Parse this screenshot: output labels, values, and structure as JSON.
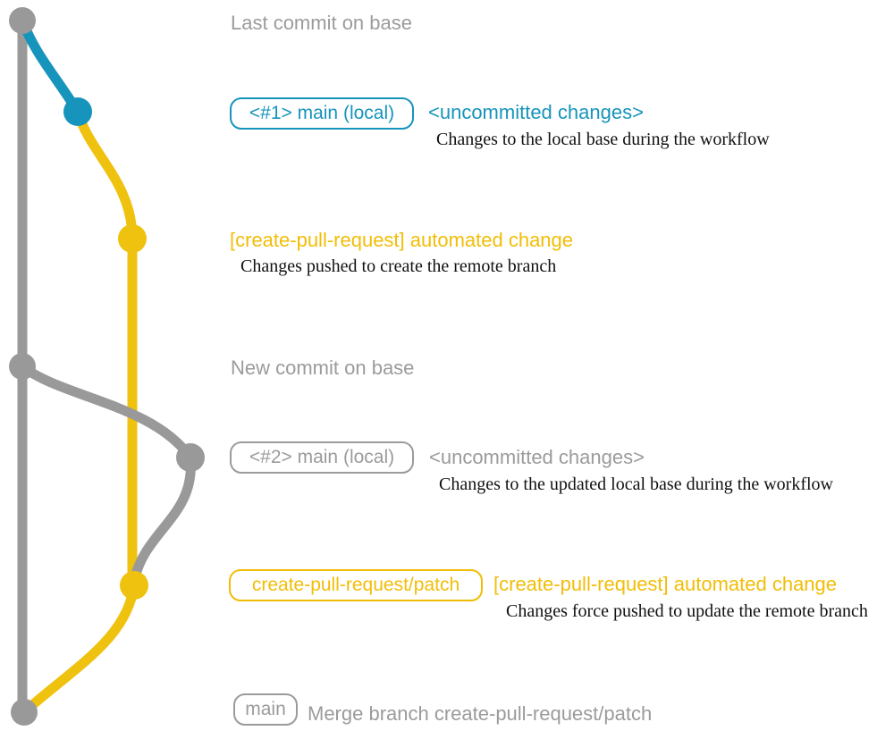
{
  "colors": {
    "gray": "#999999",
    "gray_text": "#9b9b9b",
    "blue": "#1794bc",
    "yellow": "#eec20e",
    "yellow_text": "#f2bd06",
    "black": "#111111"
  },
  "graph": {
    "description": "git commit graph",
    "branches": [
      "base (gray)",
      "main local (blue)",
      "create-pull-request/patch (yellow)"
    ],
    "nodes": [
      {
        "name": "last-commit-on-base",
        "color": "gray"
      },
      {
        "name": "uncommitted-changes-1",
        "color": "blue"
      },
      {
        "name": "automated-change-1",
        "color": "yellow"
      },
      {
        "name": "new-commit-on-base",
        "color": "gray"
      },
      {
        "name": "uncommitted-changes-2",
        "color": "gray"
      },
      {
        "name": "automated-change-2",
        "color": "yellow"
      },
      {
        "name": "merge-commit",
        "color": "gray"
      }
    ]
  },
  "annotations": {
    "heading1": "Last commit on base",
    "heading2": "New commit on base",
    "section1": {
      "branch_label": "<#1> main (local)",
      "title": "<uncommitted changes>",
      "description": "Changes to the local base during the workflow"
    },
    "section2": {
      "title": "[create-pull-request] automated change",
      "description": "Changes pushed to create the remote branch"
    },
    "section3": {
      "branch_label": "<#2> main (local)",
      "title": "<uncommitted changes>",
      "description": "Changes to the updated local base during the workflow"
    },
    "section4": {
      "branch_label": "create-pull-request/patch",
      "title": "[create-pull-request] automated change",
      "description": "Changes force pushed to update the remote branch"
    },
    "section5": {
      "branch_label": "main",
      "title": "Merge branch create-pull-request/patch"
    }
  }
}
